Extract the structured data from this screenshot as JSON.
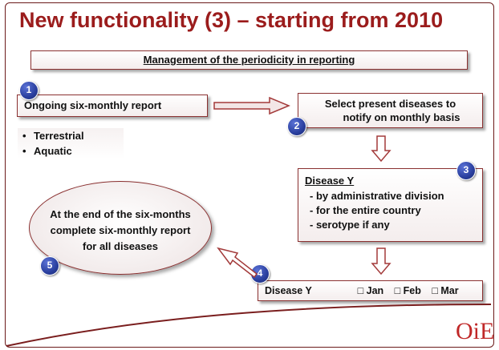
{
  "slide": {
    "title": "New functionality (3) – starting from 2010",
    "header": "Management of the periodicity in reporting"
  },
  "steps": {
    "step1": {
      "number": "1",
      "label": "Ongoing six-monthly report"
    },
    "step2": {
      "number": "2",
      "line1": "Select present diseases to",
      "line2": "notify on monthly basis"
    },
    "step3": {
      "number": "3",
      "title": "Disease Y",
      "items": [
        "- by administrative division",
        "- for the entire country",
        "- serotype if any"
      ]
    },
    "step4": {
      "number": "4",
      "label": "Disease Y",
      "months": [
        "□ Jan",
        "□ Feb",
        "□ Mar"
      ]
    },
    "step5": {
      "number": "5",
      "line1": "At the end of the six-months",
      "line2": "complete six-monthly report",
      "line3": "for all diseases"
    }
  },
  "bullets": [
    "Terrestrial",
    "Aquatic"
  ],
  "logo": {
    "text": "OiE"
  },
  "colors": {
    "title": "#9b1c1c",
    "border": "#8a3030",
    "badge": "#2a3f9e",
    "arrow": "#a33a3a",
    "logo": "#c02828"
  }
}
